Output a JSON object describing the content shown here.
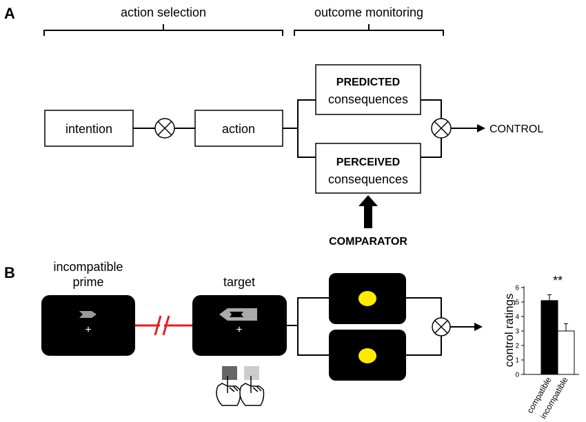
{
  "panel_a": {
    "letter": "A",
    "bracket_action_selection": "action selection",
    "bracket_outcome_monitoring": "outcome monitoring",
    "intention": "intention",
    "action": "action",
    "predicted_title": "PREDICTED",
    "predicted_sub": "consequences",
    "perceived_title": "PERCEIVED",
    "perceived_sub": "consequences",
    "output": "CONTROL",
    "comparator": "COMPARATOR"
  },
  "panel_b": {
    "letter": "B",
    "prime_label_line1": "incompatible",
    "prime_label_line2": "prime",
    "target_label": "target",
    "fixation": "+",
    "significance": "**"
  },
  "chart_data": {
    "type": "bar",
    "categories": [
      "compatible",
      "incompatible"
    ],
    "values": [
      5.1,
      3.0
    ],
    "errors": [
      0.4,
      0.5
    ],
    "colors": [
      "#000000",
      "#ffffff"
    ],
    "ylabel": "control ratings",
    "ylim": [
      0,
      6
    ],
    "yticks": [
      0,
      1,
      2,
      3,
      4,
      5,
      6
    ],
    "annotation": "**"
  }
}
